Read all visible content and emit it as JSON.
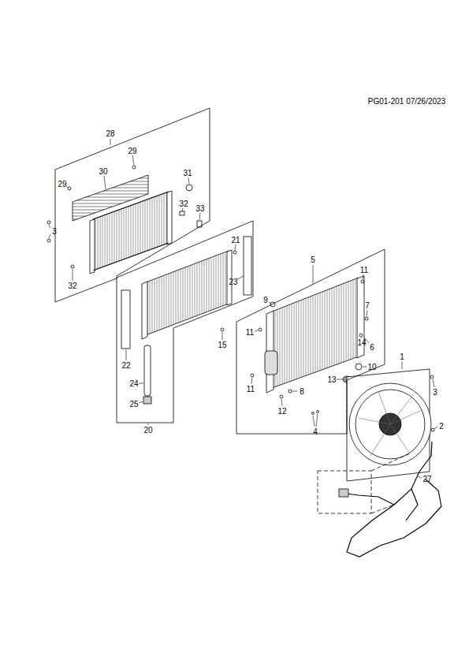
{
  "diagram": {
    "nodes": [
      {
        "text": [
          "28"
        ]
      },
      {
        "text": [
          "20"
        ]
      },
      {
        "text": [
          "5"
        ]
      }
    ],
    "labels": [
      "PG01-201 07/26/2023",
      "29",
      "30",
      "29",
      "31",
      "3",
      "32",
      "33",
      "32",
      "21",
      "23",
      "22",
      "15",
      "24",
      "25",
      "9",
      "11",
      "7",
      "11",
      "14",
      "6",
      "11",
      "10",
      "13",
      "12",
      "8",
      "4",
      "1",
      "3",
      "2",
      "27"
    ]
  }
}
